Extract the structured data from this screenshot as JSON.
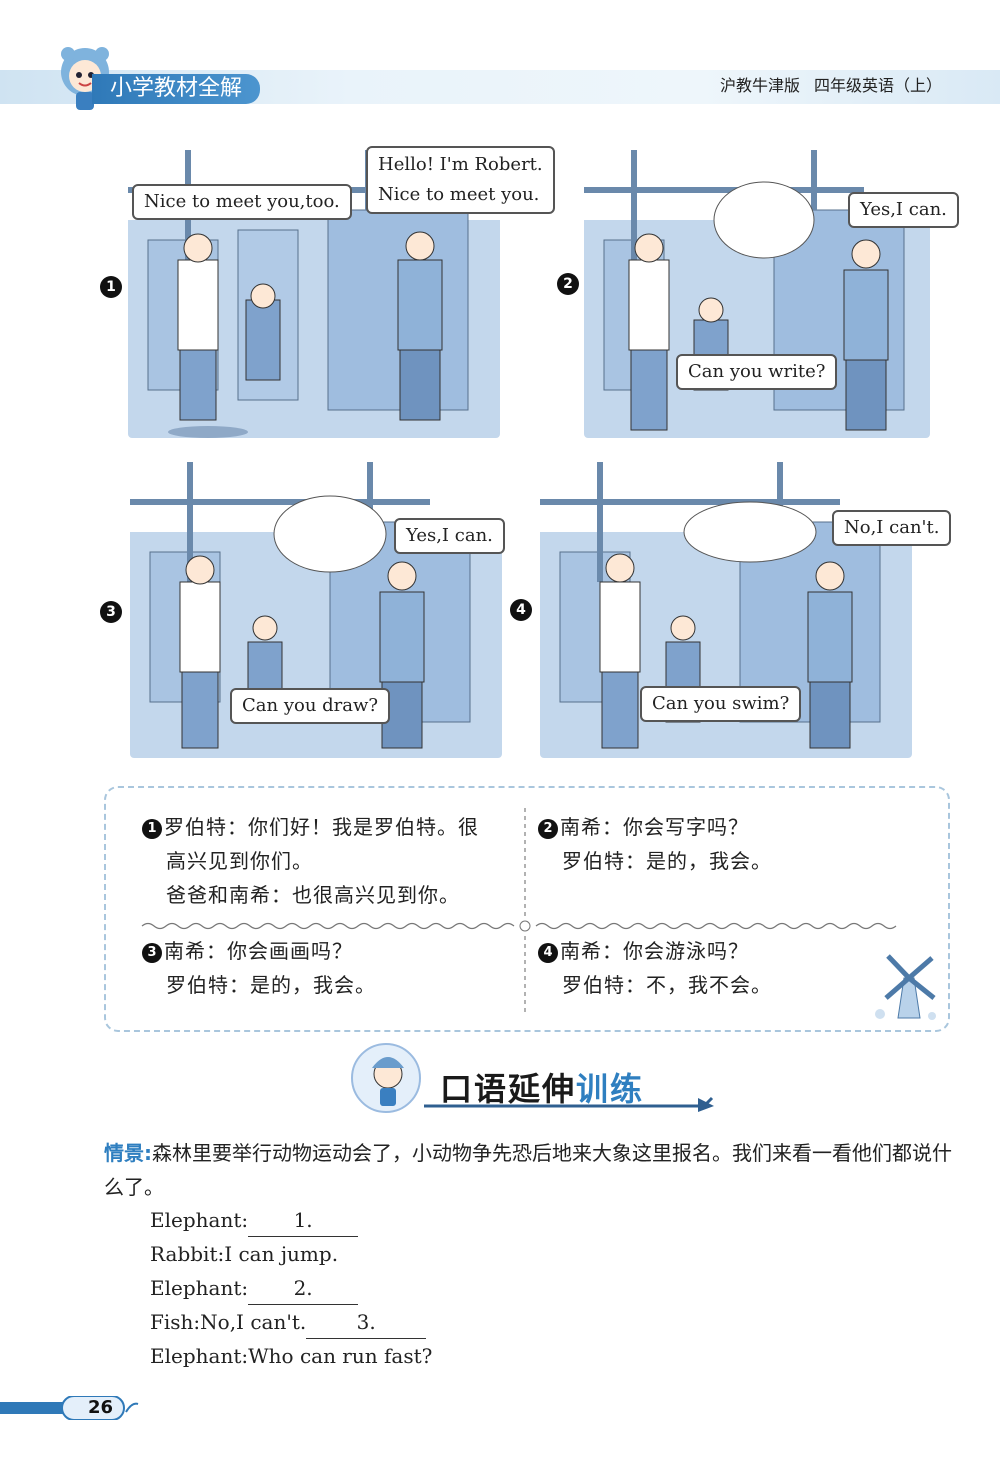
{
  "header": {
    "series_title": "小学教材全解",
    "edition": "沪教牛津版",
    "grade_subject": "四年级英语（上）"
  },
  "panels": [
    {
      "number": "1",
      "bubbles": [
        "Hello! I'm Robert.",
        "Nice to meet you.",
        "Nice to meet you,too."
      ]
    },
    {
      "number": "2",
      "bubbles": [
        "Yes,I can.",
        "Can you write?"
      ]
    },
    {
      "number": "3",
      "bubbles": [
        "Yes,I can.",
        "Can you draw?"
      ]
    },
    {
      "number": "4",
      "bubbles": [
        "No,I can't.",
        "Can you swim?"
      ]
    }
  ],
  "translations": [
    {
      "number": "1",
      "lines": [
        "罗伯特：你们好！我是罗伯特。很",
        "高兴见到你们。",
        "爸爸和南希：也很高兴见到你。"
      ]
    },
    {
      "number": "2",
      "lines": [
        "南希：你会写字吗？",
        "罗伯特：是的，我会。"
      ]
    },
    {
      "number": "3",
      "lines": [
        "南希：你会画画吗？",
        "罗伯特：是的，我会。"
      ]
    },
    {
      "number": "4",
      "lines": [
        "南希：你会游泳吗？",
        "罗伯特：不，我不会。"
      ]
    }
  ],
  "section": {
    "title_part1": "口语延伸",
    "title_part2": "训练"
  },
  "scenario": {
    "label": "情景:",
    "text": "森林里要举行动物运动会了，小动物争先恐后地来大象这里报名。我们来看一看他们都说什么了。"
  },
  "exercise": [
    {
      "speaker": "Elephant:",
      "text": "",
      "blank": "1."
    },
    {
      "speaker": "Rabbit:",
      "text": "I can jump.",
      "blank": ""
    },
    {
      "speaker": "Elephant:",
      "text": "",
      "blank": "2."
    },
    {
      "speaker": "Fish:",
      "text": "No,I can't.",
      "blank": "3."
    },
    {
      "speaker": "Elephant:",
      "text": "Who can run fast?",
      "blank": ""
    }
  ],
  "page_number": "26",
  "colors": {
    "accent": "#2f7fc0",
    "panel_bg": "#b8cfe8",
    "header_band": "#dcebf6"
  }
}
